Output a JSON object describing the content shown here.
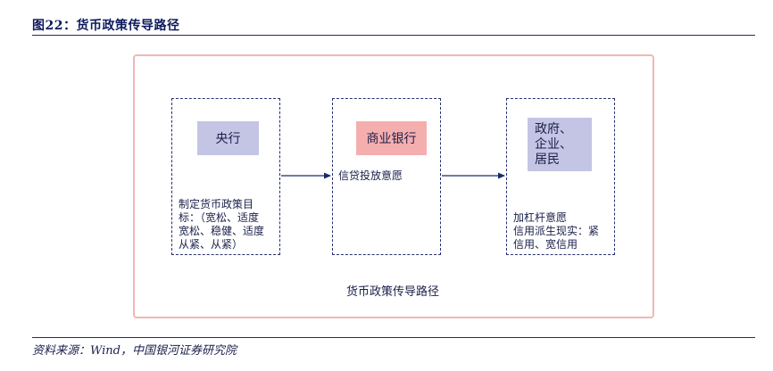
{
  "header": {
    "title": "图22：货币政策传导路径"
  },
  "diagram": {
    "stages": [
      {
        "actor": "央行",
        "description": "制定货币政策目\n标：（宽松、适度\n宽松、稳健、适度\n从紧、从紧）"
      },
      {
        "actor": "商业银行",
        "description": "信贷投放意愿"
      },
      {
        "actor_lines": [
          "政府、",
          "企业、",
          "居民"
        ],
        "description": "加杠杆意愿\n信用派生现实：紧\n信用、宽信用"
      }
    ],
    "caption": "货币政策传导路径"
  },
  "footer": {
    "source": "资料来源：Wind，中国银河证券研究院"
  },
  "colors": {
    "title_text": "#0d1a5c",
    "rule_line": "#1f2d6b",
    "outer_frame": "#f2b6b6",
    "dashed_border": "#27306f",
    "actor_purple": "#c4c4e4",
    "actor_pink": "#f5aeae",
    "arrow": "#1a2a6a"
  }
}
